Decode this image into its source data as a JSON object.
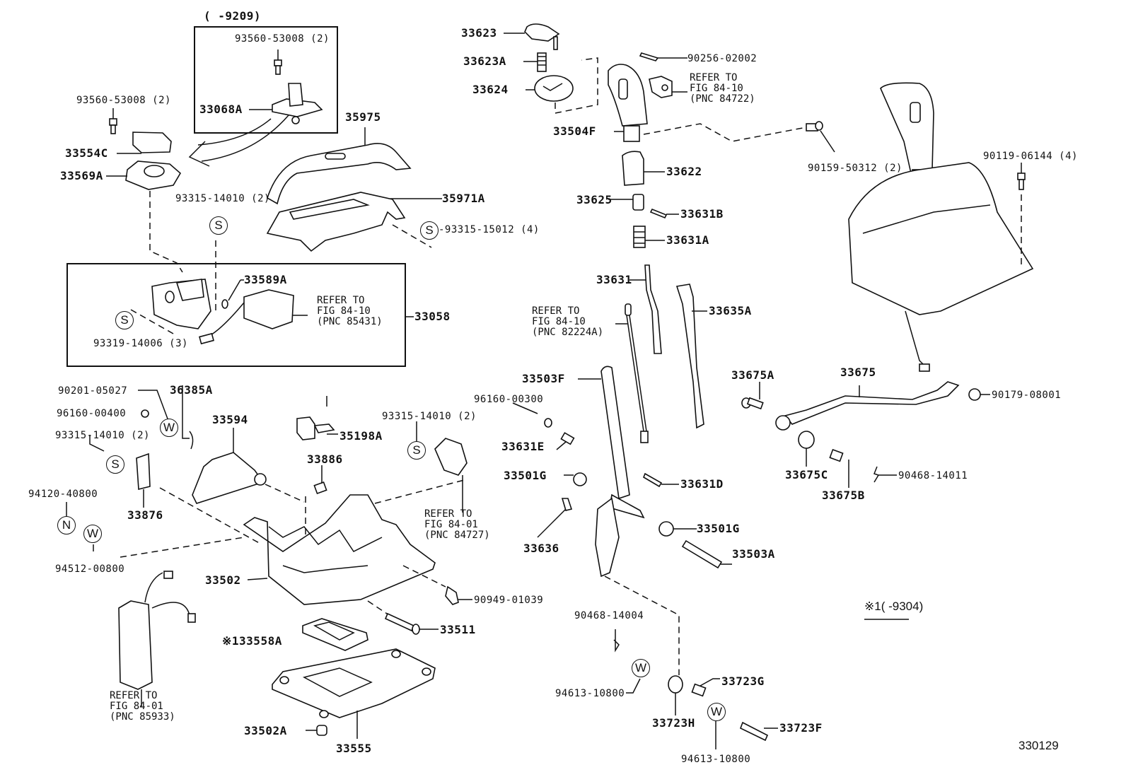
{
  "diagram": {
    "figure_number": "330129",
    "title_note": "( -9209)",
    "footnote": "※1( -9304)",
    "inset_box_label": "33058",
    "parts": [
      {
        "id": "p1",
        "label": "93560-53008 (2)"
      },
      {
        "id": "p2",
        "label": "33068A"
      },
      {
        "id": "p3",
        "label": "93560-53008 (2)"
      },
      {
        "id": "p4",
        "label": "33554C"
      },
      {
        "id": "p5",
        "label": "33569A"
      },
      {
        "id": "p6",
        "label": "35975"
      },
      {
        "id": "p7",
        "label": "93315-14010 (2)"
      },
      {
        "id": "p8",
        "label": "35971A"
      },
      {
        "id": "p9",
        "label": "-93315-15012 (4)"
      },
      {
        "id": "p10",
        "label": "33589A"
      },
      {
        "id": "p11",
        "label": "93319-14006 (3)"
      },
      {
        "id": "p12",
        "label": "33058"
      },
      {
        "id": "p13",
        "label": "33623"
      },
      {
        "id": "p14",
        "label": "33623A"
      },
      {
        "id": "p15",
        "label": "33624"
      },
      {
        "id": "p16",
        "label": "90256-02002"
      },
      {
        "id": "p17",
        "label": "33504F"
      },
      {
        "id": "p18",
        "label": "33622"
      },
      {
        "id": "p19",
        "label": "33625"
      },
      {
        "id": "p20",
        "label": "33631B"
      },
      {
        "id": "p21",
        "label": "33631A"
      },
      {
        "id": "p22",
        "label": "33631"
      },
      {
        "id": "p23",
        "label": "33635A"
      },
      {
        "id": "p24",
        "label": "90159-50312 (2)"
      },
      {
        "id": "p25",
        "label": "90119-06144 (4)"
      },
      {
        "id": "p26",
        "label": "33503F"
      },
      {
        "id": "p27",
        "label": "96160-00300"
      },
      {
        "id": "p28",
        "label": "33631E"
      },
      {
        "id": "p29",
        "label": "33501G"
      },
      {
        "id": "p30",
        "label": "33636"
      },
      {
        "id": "p31",
        "label": "33631D"
      },
      {
        "id": "p32",
        "label": "33501G"
      },
      {
        "id": "p33",
        "label": "33503A"
      },
      {
        "id": "p34",
        "label": "33675A"
      },
      {
        "id": "p35",
        "label": "33675"
      },
      {
        "id": "p36",
        "label": "90179-08001"
      },
      {
        "id": "p37",
        "label": "33675C"
      },
      {
        "id": "p38",
        "label": "33675B"
      },
      {
        "id": "p39",
        "label": "90468-14011"
      },
      {
        "id": "p40",
        "label": "90201-05027"
      },
      {
        "id": "p41",
        "label": "36385A"
      },
      {
        "id": "p42",
        "label": "96160-00400"
      },
      {
        "id": "p43",
        "label": "93315-14010 (2)"
      },
      {
        "id": "p44",
        "label": "33594"
      },
      {
        "id": "p45",
        "label": "35198A"
      },
      {
        "id": "p46",
        "label": "33886"
      },
      {
        "id": "p47",
        "label": "93315-14010 (2)"
      },
      {
        "id": "p48",
        "label": "33876"
      },
      {
        "id": "p49",
        "label": "94120-40800"
      },
      {
        "id": "p50",
        "label": "94512-00800"
      },
      {
        "id": "p51",
        "label": "33502"
      },
      {
        "id": "p52",
        "label": "90949-01039"
      },
      {
        "id": "p53",
        "label": "33511"
      },
      {
        "id": "p54",
        "label": "※133558A"
      },
      {
        "id": "p55",
        "label": "33502A"
      },
      {
        "id": "p56",
        "label": "33555"
      },
      {
        "id": "p57",
        "label": "90468-14004"
      },
      {
        "id": "p58",
        "label": "94613-10800"
      },
      {
        "id": "p59",
        "label": "33723H"
      },
      {
        "id": "p60",
        "label": "33723G"
      },
      {
        "id": "p61",
        "label": "94613-10800"
      },
      {
        "id": "p62",
        "label": "33723F"
      }
    ],
    "references": [
      {
        "id": "r1",
        "lines": [
          "REFER TO",
          "FIG 84-10",
          "(PNC 85431)"
        ]
      },
      {
        "id": "r2",
        "lines": [
          "REFER TO",
          "FIG 84-10",
          "(PNC 84722)"
        ]
      },
      {
        "id": "r3",
        "lines": [
          "REFER TO",
          "FIG 84-10",
          "(PNC 82224A)"
        ]
      },
      {
        "id": "r4",
        "lines": [
          "REFER TO",
          "FIG 84-01",
          "(PNC 84727)"
        ]
      },
      {
        "id": "r5",
        "lines": [
          "REFER TO",
          "FIG 84-01",
          "(PNC 85933)"
        ]
      }
    ],
    "symbols": {
      "s": "S",
      "w": "W",
      "n": "N"
    }
  }
}
